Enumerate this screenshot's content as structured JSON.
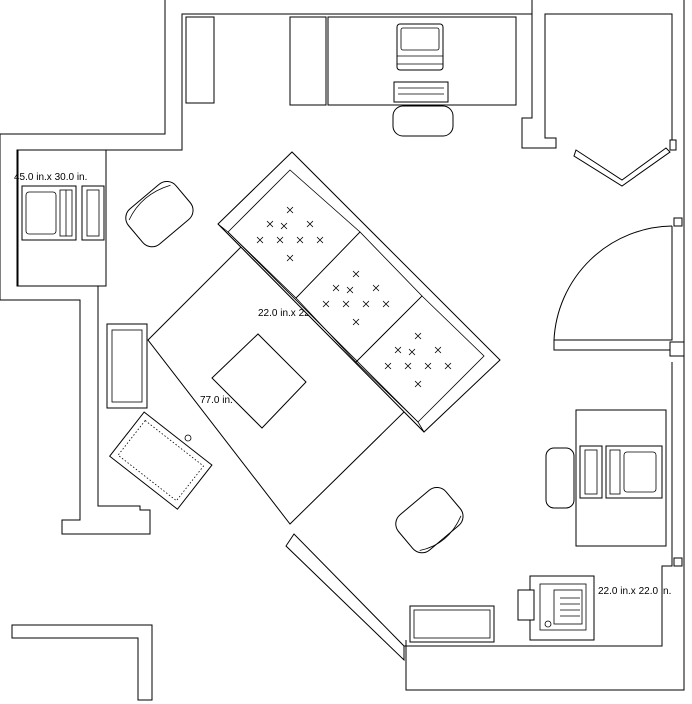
{
  "labels": {
    "desk_left": "45.0 in.x 30.0 in.",
    "coffee_table": "22.0 in.x 22.0 in.",
    "rug": "77.0 in.",
    "corner_table": "22.0 in.x 22.0 in."
  },
  "sofa_cushions": 3,
  "ink_color": "#000000"
}
